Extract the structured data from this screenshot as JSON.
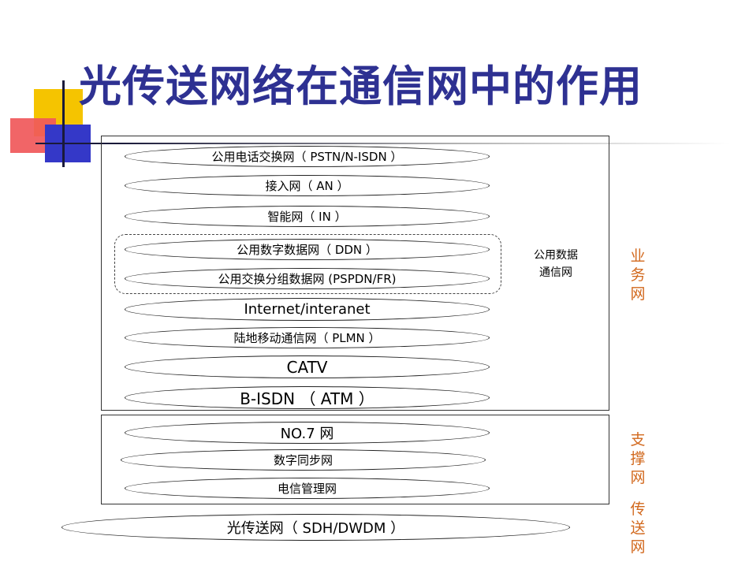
{
  "title": "光传送网络在通信网中的作用",
  "service_layers": [
    "公用电话交换网（ PSTN/N-ISDN ）",
    "接入网（ AN ）",
    "智能网（ IN ）",
    "公用数字数据网（ DDN ）",
    "公用交换分组数据网 (PSPDN/FR)",
    "Internet/interanet",
    "陆地移动通信网（ PLMN ）",
    "CATV",
    "B-ISDN （ ATM ）"
  ],
  "public_data_label_line1": "公用数据",
  "public_data_label_line2": "通信网",
  "support_layers": [
    "NO.7 网",
    "数字同步网",
    "电信管理网"
  ],
  "transport_layer": "光传送网（ SDH/DWDM ）",
  "side_labels": {
    "service": "业务网",
    "support": "支撑网",
    "transport": "传送网"
  },
  "colors": {
    "title": "#2e3192",
    "side_labels": "#d2691e",
    "decor_yellow": "#f5c400",
    "decor_red": "#f0585a",
    "decor_blue": "#3438c8"
  }
}
